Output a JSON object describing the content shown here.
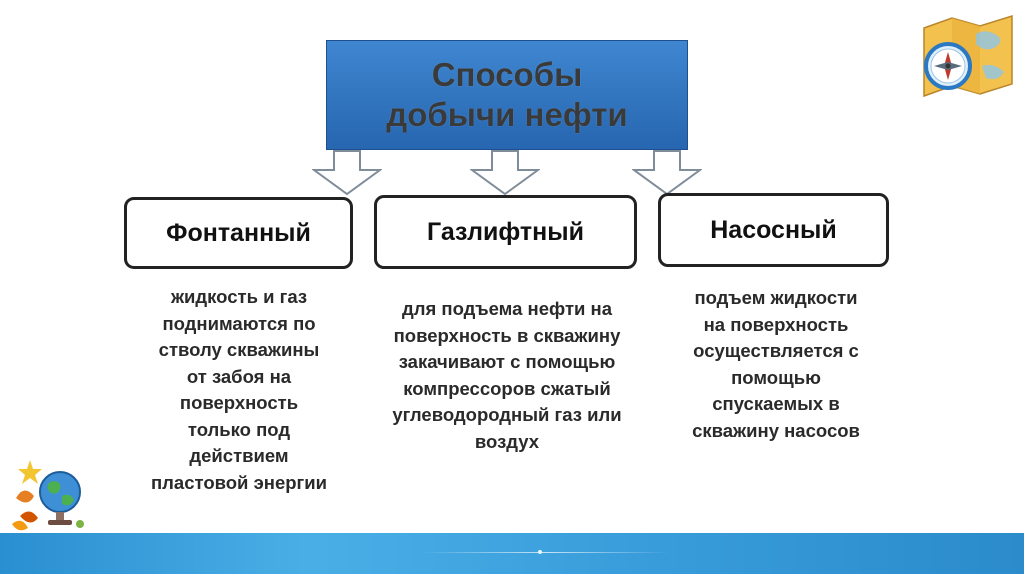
{
  "diagram": {
    "title": "Способы\nдобычи нефти",
    "methods": [
      {
        "label": "Фонтанный",
        "description": "жидкость и газ\nподнимаются по\nстволу скважины\nот забоя на\nповерхность\nтолько под\nдействием\nпластовой энергии"
      },
      {
        "label": "Газлифтный",
        "description": "для подъема нефти на\nповерхность в скважину\nзакачивают с помощью\nкомпрессоров сжатый\nуглеводородный газ или\nвоздух"
      },
      {
        "label": "Насосный",
        "description": "подъем жидкости\nна поверхность\nосуществляется с\nпомощью\nспускаемых в\nскважину насосов"
      }
    ]
  },
  "colors": {
    "title_fill": "#2f76c2",
    "box_border": "#222222",
    "band": "#3a9edc"
  },
  "icons": {
    "top_right": "map-compass-icon",
    "bottom_left": "globe-leaves-icon"
  }
}
